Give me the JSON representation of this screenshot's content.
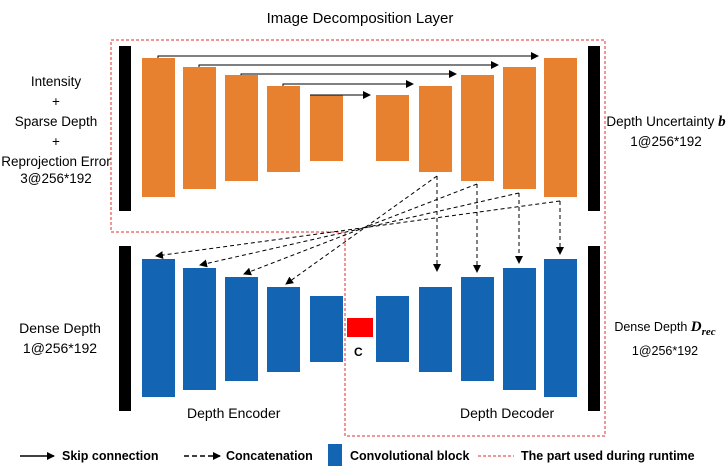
{
  "title": "Image Decomposition Layer",
  "input": {
    "line1": "Intensity",
    "plus1": "+",
    "line2": "Sparse Depth",
    "plus2": "+",
    "line3": "Reprojection Error",
    "shape": "3@256*192"
  },
  "output_top": {
    "label": "Depth Uncertainty",
    "symbol": "b",
    "shape": "1@256*192"
  },
  "input_bottom": {
    "label": "Dense Depth",
    "shape": "1@256*192"
  },
  "output_bottom": {
    "label": "Dense Depth",
    "symbol_main": "D",
    "symbol_sub": "rec",
    "shape": "1@256*192"
  },
  "encoder_label": "Depth Encoder",
  "decoder_label": "Depth Decoder",
  "concat_symbol": "C",
  "legend": {
    "skip": "Skip connection",
    "concat": "Concatenation",
    "conv": "Convolutional block",
    "runtime": "The part used during runtime"
  },
  "colors": {
    "orange_block": "#E8812F",
    "blue_block": "#1464B4",
    "red_block": "#FF0000",
    "dashed_box": "#E03030",
    "bar": "#000000"
  }
}
